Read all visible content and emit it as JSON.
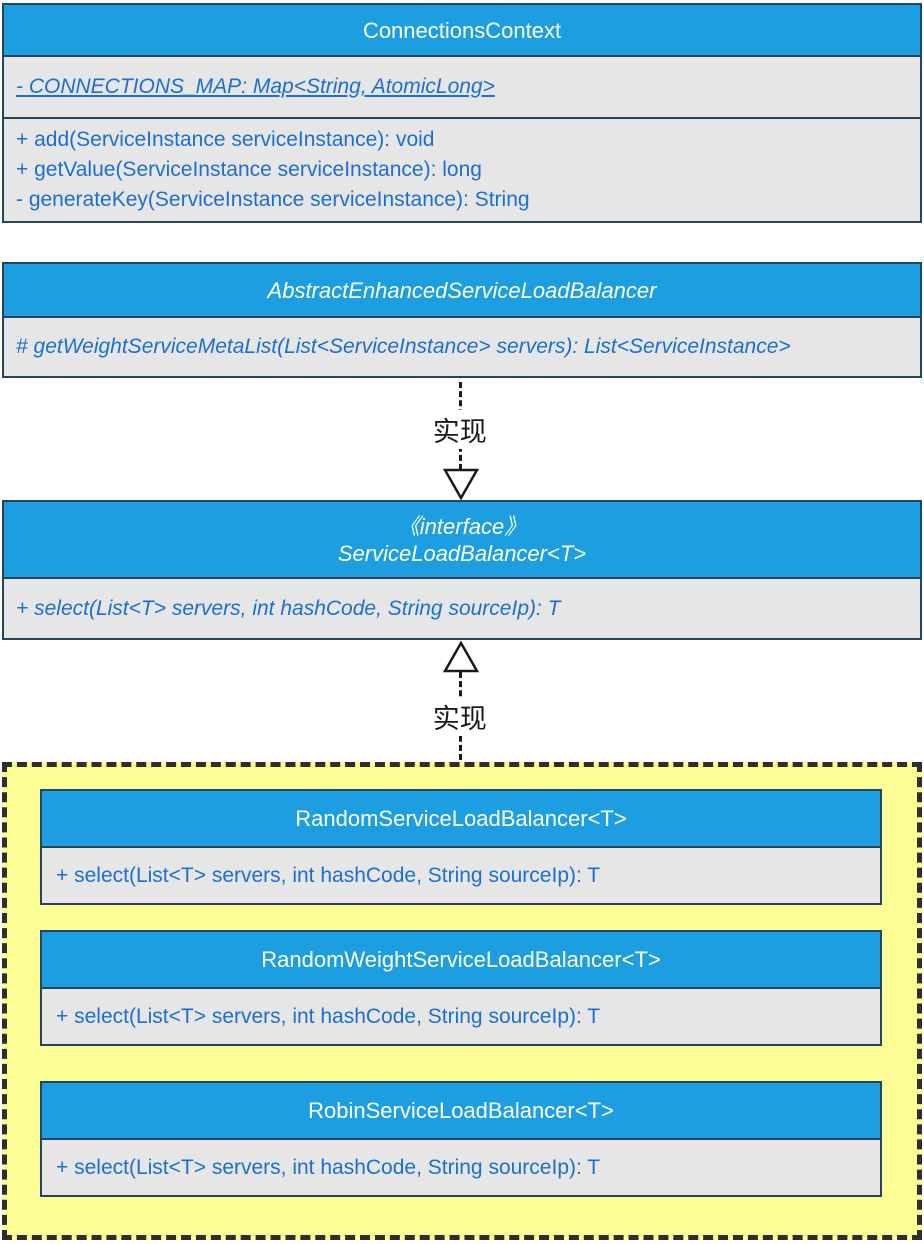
{
  "diagram": {
    "colors": {
      "header_blue": "#1C9EE1",
      "body_gray": "#E6E6E6",
      "border_dark_slate": "#24455C",
      "member_text_blue": "#1B6FD3",
      "group_yellow": "#FDFD96",
      "group_dashed_border": "#2E2E2E",
      "arrow_black": "#1A1A1A",
      "title_white": "#FFFFFF"
    },
    "connections_context": {
      "title": "ConnectionsContext",
      "fields": [
        "- CONNECTIONS_MAP: Map<String, AtomicLong>"
      ],
      "methods": [
        "+ add(ServiceInstance serviceInstance): void",
        "+ getValue(ServiceInstance serviceInstance): long",
        "- generateKey(ServiceInstance serviceInstance): String"
      ]
    },
    "abstract_class": {
      "title": "AbstractEnhancedServiceLoadBalancer",
      "methods": [
        "# getWeightServiceMetaList(List<ServiceInstance> servers): List<ServiceInstance>"
      ]
    },
    "interface_class": {
      "stereotype": "《interface》",
      "title": "ServiceLoadBalancer<T>",
      "methods": [
        "+ select(List<T> servers, int hashCode, String sourceIp): T"
      ]
    },
    "relations": {
      "realize_top_label": "实现",
      "realize_bottom_label": "实现"
    },
    "implementations": [
      {
        "title": "RandomServiceLoadBalancer<T>",
        "methods": [
          "+ select(List<T> servers, int hashCode, String sourceIp): T"
        ]
      },
      {
        "title": "RandomWeightServiceLoadBalancer<T>",
        "methods": [
          "+ select(List<T> servers, int hashCode, String sourceIp): T"
        ]
      },
      {
        "title": "RobinServiceLoadBalancer<T>",
        "methods": [
          "+ select(List<T> servers, int hashCode, String sourceIp): T"
        ]
      }
    ]
  }
}
